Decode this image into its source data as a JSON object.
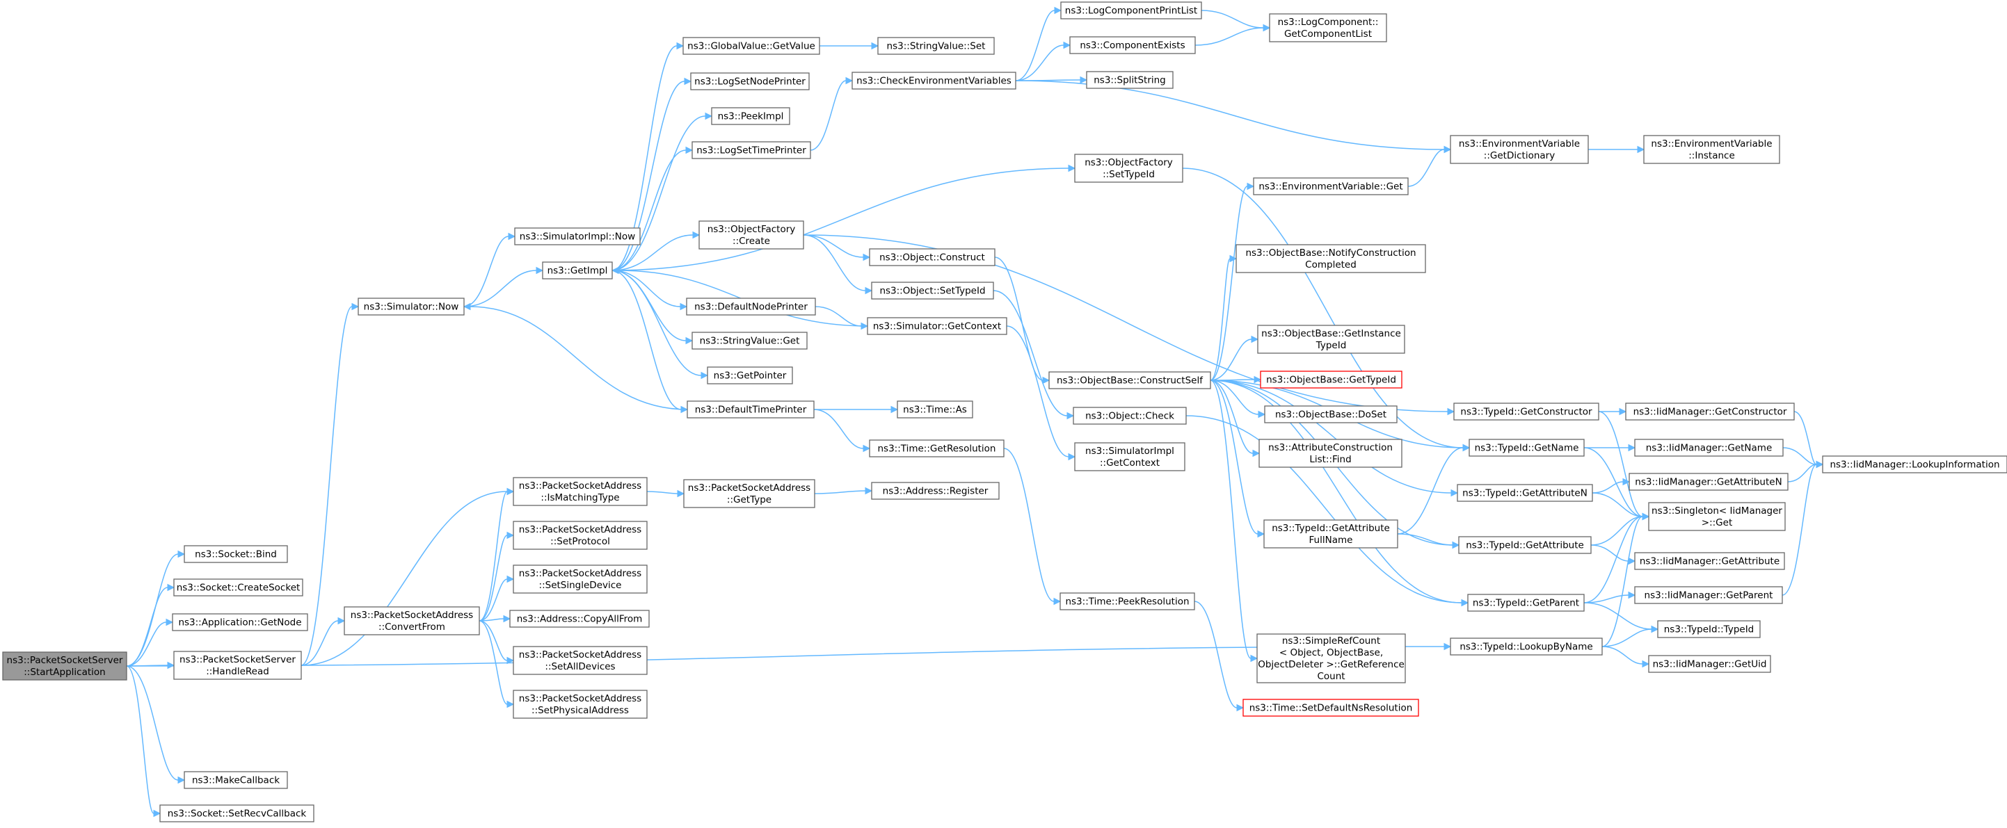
{
  "colors": {
    "edge": "#63b8ff",
    "node_border": "#666666",
    "root_fill": "#999999",
    "highlight_border": "#ff0000"
  },
  "nodes": [
    {
      "id": "startapp",
      "lines": [
        "ns3::PacketSocketServer",
        "::StartApplication"
      ],
      "style": "root"
    },
    {
      "id": "bind",
      "lines": [
        "ns3::Socket::Bind"
      ]
    },
    {
      "id": "createsocket",
      "lines": [
        "ns3::Socket::CreateSocket"
      ]
    },
    {
      "id": "getnode",
      "lines": [
        "ns3::Application::GetNode"
      ]
    },
    {
      "id": "handleread",
      "lines": [
        "ns3::PacketSocketServer",
        "::HandleRead"
      ]
    },
    {
      "id": "makecallback",
      "lines": [
        "ns3::MakeCallback"
      ]
    },
    {
      "id": "setrecv",
      "lines": [
        "ns3::Socket::SetRecvCallback"
      ]
    },
    {
      "id": "simnow",
      "lines": [
        "ns3::Simulator::Now"
      ]
    },
    {
      "id": "convertfrom",
      "lines": [
        "ns3::PacketSocketAddress",
        "::ConvertFrom"
      ]
    },
    {
      "id": "simimplnow",
      "lines": [
        "ns3::SimulatorImpl::Now"
      ]
    },
    {
      "id": "getimpl",
      "lines": [
        "ns3::GetImpl"
      ]
    },
    {
      "id": "ismatching",
      "lines": [
        "ns3::PacketSocketAddress",
        "::IsMatchingType"
      ]
    },
    {
      "id": "setprotocol",
      "lines": [
        "ns3::PacketSocketAddress",
        "::SetProtocol"
      ]
    },
    {
      "id": "setsingle",
      "lines": [
        "ns3::PacketSocketAddress",
        "::SetSingleDevice"
      ]
    },
    {
      "id": "copyallfrom",
      "lines": [
        "ns3::Address::CopyAllFrom"
      ]
    },
    {
      "id": "setalldevices",
      "lines": [
        "ns3::PacketSocketAddress",
        "::SetAllDevices"
      ]
    },
    {
      "id": "setphysical",
      "lines": [
        "ns3::PacketSocketAddress",
        "::SetPhysicalAddress"
      ]
    },
    {
      "id": "globalvalue",
      "lines": [
        "ns3::GlobalValue::GetValue"
      ]
    },
    {
      "id": "logsetnode",
      "lines": [
        "ns3::LogSetNodePrinter"
      ]
    },
    {
      "id": "peekimpl",
      "lines": [
        "ns3::PeekImpl"
      ]
    },
    {
      "id": "logsettime",
      "lines": [
        "ns3::LogSetTimePrinter"
      ]
    },
    {
      "id": "objfactcreate",
      "lines": [
        "ns3::ObjectFactory",
        "::Create"
      ]
    },
    {
      "id": "defaultnode",
      "lines": [
        "ns3::DefaultNodePrinter"
      ]
    },
    {
      "id": "stringvalueget",
      "lines": [
        "ns3::StringValue::Get"
      ]
    },
    {
      "id": "getpointer",
      "lines": [
        "ns3::GetPointer"
      ]
    },
    {
      "id": "defaulttime",
      "lines": [
        "ns3::DefaultTimePrinter"
      ]
    },
    {
      "id": "psagettype",
      "lines": [
        "ns3::PacketSocketAddress",
        "::GetType"
      ]
    },
    {
      "id": "stringvalueset",
      "lines": [
        "ns3::StringValue::Set"
      ]
    },
    {
      "id": "checkenv",
      "lines": [
        "ns3::CheckEnvironmentVariables"
      ]
    },
    {
      "id": "objconstruct",
      "lines": [
        "ns3::Object::Construct"
      ]
    },
    {
      "id": "objsettypeid",
      "lines": [
        "ns3::Object::SetTypeId"
      ]
    },
    {
      "id": "simgetcontext",
      "lines": [
        "ns3::Simulator::GetContext"
      ]
    },
    {
      "id": "timeas",
      "lines": [
        "ns3::Time::As"
      ]
    },
    {
      "id": "timegetres",
      "lines": [
        "ns3::Time::GetResolution"
      ]
    },
    {
      "id": "addrregister",
      "lines": [
        "ns3::Address::Register"
      ]
    },
    {
      "id": "logcompprint",
      "lines": [
        "ns3::LogComponentPrintList"
      ]
    },
    {
      "id": "compexists",
      "lines": [
        "ns3::ComponentExists"
      ]
    },
    {
      "id": "splitstring",
      "lines": [
        "ns3::SplitString"
      ]
    },
    {
      "id": "objfactsettypeid",
      "lines": [
        "ns3::ObjectFactory",
        "::SetTypeId"
      ]
    },
    {
      "id": "constructself",
      "lines": [
        "ns3::ObjectBase::ConstructSelf"
      ]
    },
    {
      "id": "objcheck",
      "lines": [
        "ns3::Object::Check"
      ]
    },
    {
      "id": "simimplgetcontext",
      "lines": [
        "ns3::SimulatorImpl",
        "::GetContext"
      ]
    },
    {
      "id": "peekres",
      "lines": [
        "ns3::Time::PeekResolution"
      ]
    },
    {
      "id": "envvarget",
      "lines": [
        "ns3::EnvironmentVariable::Get"
      ]
    },
    {
      "id": "notifyconstruct",
      "lines": [
        "ns3::ObjectBase::NotifyConstruction",
        "Completed"
      ]
    },
    {
      "id": "getinstancetypeid",
      "lines": [
        "ns3::ObjectBase::GetInstance",
        "TypeId"
      ]
    },
    {
      "id": "obgettypeid",
      "lines": [
        "ns3::ObjectBase::GetTypeId"
      ],
      "style": "red"
    },
    {
      "id": "doset",
      "lines": [
        "ns3::ObjectBase::DoSet"
      ]
    },
    {
      "id": "attrfind",
      "lines": [
        "ns3::AttributeConstruction",
        "List::Find"
      ]
    },
    {
      "id": "getattrfullname",
      "lines": [
        "ns3::TypeId::GetAttribute",
        "FullName"
      ]
    },
    {
      "id": "simplerefcount",
      "lines": [
        "ns3::SimpleRefCount",
        "< Object, ObjectBase,",
        "ObjectDeleter >::GetReference",
        "Count"
      ]
    },
    {
      "id": "setdefaultres",
      "lines": [
        "ns3::Time::SetDefaultNsResolution"
      ],
      "style": "red"
    },
    {
      "id": "logcompgetlist",
      "lines": [
        "ns3::LogComponent::",
        "GetComponentList"
      ]
    },
    {
      "id": "envgetdict",
      "lines": [
        "ns3::EnvironmentVariable",
        "::GetDictionary"
      ]
    },
    {
      "id": "typeidgetconstructor",
      "lines": [
        "ns3::TypeId::GetConstructor"
      ]
    },
    {
      "id": "typeidgetname",
      "lines": [
        "ns3::TypeId::GetName"
      ]
    },
    {
      "id": "typeidgetattrn",
      "lines": [
        "ns3::TypeId::GetAttributeN"
      ]
    },
    {
      "id": "typeidgetattr",
      "lines": [
        "ns3::TypeId::GetAttribute"
      ]
    },
    {
      "id": "typeidgetparent",
      "lines": [
        "ns3::TypeId::GetParent"
      ]
    },
    {
      "id": "lookupbyname",
      "lines": [
        "ns3::TypeId::LookupByName"
      ]
    },
    {
      "id": "envinstance",
      "lines": [
        "ns3::EnvironmentVariable",
        "::Instance"
      ]
    },
    {
      "id": "iidgetconstructor",
      "lines": [
        "ns3::IidManager::GetConstructor"
      ]
    },
    {
      "id": "iidgetname",
      "lines": [
        "ns3::IidManager::GetName"
      ]
    },
    {
      "id": "iidgetattrn",
      "lines": [
        "ns3::IidManager::GetAttributeN"
      ]
    },
    {
      "id": "singleton",
      "lines": [
        "ns3::Singleton< IidManager",
        ">::Get"
      ]
    },
    {
      "id": "iidgetattr",
      "lines": [
        "ns3::IidManager::GetAttribute"
      ]
    },
    {
      "id": "iidgetparent",
      "lines": [
        "ns3::IidManager::GetParent"
      ]
    },
    {
      "id": "typeidtypeid",
      "lines": [
        "ns3::TypeId::TypeId"
      ]
    },
    {
      "id": "iidgetuid",
      "lines": [
        "ns3::IidManager::GetUid"
      ]
    },
    {
      "id": "iidlookupinfo",
      "lines": [
        "ns3::IidManager::LookupInformation"
      ]
    }
  ],
  "edges": [
    [
      "startapp",
      "bind"
    ],
    [
      "startapp",
      "createsocket"
    ],
    [
      "startapp",
      "getnode"
    ],
    [
      "startapp",
      "handleread"
    ],
    [
      "startapp",
      "makecallback"
    ],
    [
      "startapp",
      "setrecv"
    ],
    [
      "startapp",
      "lookupbyname"
    ],
    [
      "handleread",
      "simnow"
    ],
    [
      "handleread",
      "convertfrom"
    ],
    [
      "handleread",
      "ismatching"
    ],
    [
      "simnow",
      "simimplnow"
    ],
    [
      "simnow",
      "getimpl"
    ],
    [
      "convertfrom",
      "ismatching"
    ],
    [
      "convertfrom",
      "setprotocol"
    ],
    [
      "convertfrom",
      "setsingle"
    ],
    [
      "convertfrom",
      "copyallfrom"
    ],
    [
      "convertfrom",
      "setalldevices"
    ],
    [
      "convertfrom",
      "setphysical"
    ],
    [
      "getimpl",
      "globalvalue"
    ],
    [
      "getimpl",
      "logsetnode"
    ],
    [
      "getimpl",
      "peekimpl"
    ],
    [
      "getimpl",
      "logsettime"
    ],
    [
      "getimpl",
      "objfactsettypeid"
    ],
    [
      "getimpl",
      "objfactcreate"
    ],
    [
      "getimpl",
      "defaultnode"
    ],
    [
      "getimpl",
      "stringvalueget"
    ],
    [
      "getimpl",
      "getpointer"
    ],
    [
      "getimpl",
      "defaulttime"
    ],
    [
      "objfactcreate",
      "objconstruct"
    ],
    [
      "objfactcreate",
      "objsettypeid"
    ],
    [
      "objfactcreate",
      "typeidgetconstructor"
    ],
    [
      "simgetcontext",
      "getimpl"
    ],
    [
      "defaultnode",
      "simgetcontext"
    ],
    [
      "defaulttime",
      "simnow"
    ],
    [
      "defaulttime",
      "timeas"
    ],
    [
      "defaulttime",
      "timegetres"
    ],
    [
      "ismatching",
      "psagettype"
    ],
    [
      "psagettype",
      "addrregister"
    ],
    [
      "globalvalue",
      "stringvalueset"
    ],
    [
      "logsettime",
      "checkenv"
    ],
    [
      "checkenv",
      "logcompprint"
    ],
    [
      "checkenv",
      "compexists"
    ],
    [
      "checkenv",
      "splitstring"
    ],
    [
      "checkenv",
      "envgetdict"
    ],
    [
      "logcompprint",
      "logcompgetlist"
    ],
    [
      "compexists",
      "logcompgetlist"
    ],
    [
      "objconstruct",
      "constructself"
    ],
    [
      "objsettypeid",
      "objcheck"
    ],
    [
      "simgetcontext",
      "simimplgetcontext"
    ],
    [
      "timegetres",
      "peekres"
    ],
    [
      "peekres",
      "setdefaultres"
    ],
    [
      "objfactsettypeid",
      "typeidgetname"
    ],
    [
      "constructself",
      "envvarget"
    ],
    [
      "constructself",
      "notifyconstruct"
    ],
    [
      "constructself",
      "getinstancetypeid"
    ],
    [
      "constructself",
      "obgettypeid"
    ],
    [
      "constructself",
      "doset"
    ],
    [
      "constructself",
      "attrfind"
    ],
    [
      "constructself",
      "getattrfullname"
    ],
    [
      "constructself",
      "simplerefcount"
    ],
    [
      "constructself",
      "typeidgetname"
    ],
    [
      "constructself",
      "typeidgetattrn"
    ],
    [
      "constructself",
      "typeidgetattr"
    ],
    [
      "constructself",
      "typeidgetparent"
    ],
    [
      "objcheck",
      "typeidgetparent"
    ],
    [
      "envvarget",
      "envgetdict"
    ],
    [
      "envgetdict",
      "envinstance"
    ],
    [
      "getattrfullname",
      "typeidgetname"
    ],
    [
      "getattrfullname",
      "typeidgetattr"
    ],
    [
      "typeidgetconstructor",
      "iidgetconstructor"
    ],
    [
      "typeidgetconstructor",
      "singleton"
    ],
    [
      "typeidgetname",
      "iidgetname"
    ],
    [
      "typeidgetname",
      "singleton"
    ],
    [
      "typeidgetattrn",
      "iidgetattrn"
    ],
    [
      "typeidgetattrn",
      "singleton"
    ],
    [
      "typeidgetattr",
      "iidgetattr"
    ],
    [
      "typeidgetattr",
      "singleton"
    ],
    [
      "typeidgetparent",
      "iidgetparent"
    ],
    [
      "typeidgetparent",
      "singleton"
    ],
    [
      "typeidgetparent",
      "typeidtypeid"
    ],
    [
      "lookupbyname",
      "singleton"
    ],
    [
      "lookupbyname",
      "typeidtypeid"
    ],
    [
      "lookupbyname",
      "iidgetuid"
    ],
    [
      "iidgetconstructor",
      "iidlookupinfo"
    ],
    [
      "iidgetname",
      "iidlookupinfo"
    ],
    [
      "iidgetattrn",
      "iidlookupinfo"
    ],
    [
      "iidgetparent",
      "iidlookupinfo"
    ]
  ]
}
